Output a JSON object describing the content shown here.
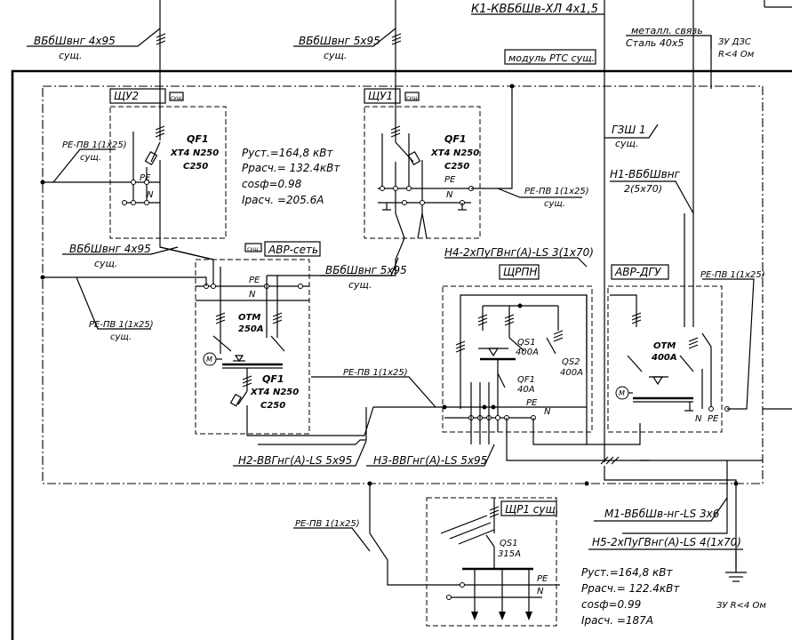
{
  "top": {
    "cable_k1": "К1-КВБбШв-ХЛ 4х1,5",
    "cable_left": "ВБбШвнг 4х95",
    "cable_left_sub": "сущ.",
    "cable_mid": "ВБбШвнг 5х95",
    "cable_mid_sub": "сущ.",
    "metal_link": "металл. связь",
    "metal_link_sub": "Сталь 40х5",
    "zu_dzs": "ЗУ ДЗС",
    "zu_dzs_r": "R<4 Ом",
    "module": "модуль РТС сущ."
  },
  "panels": {
    "shu2": {
      "name": "ЩУ2",
      "tag": "сущ.",
      "breaker": "QF1",
      "model": "XT4 N250",
      "rating": "C250",
      "pe": "PE",
      "n": "N"
    },
    "shu1": {
      "name": "ЩУ1",
      "tag": "сущ.",
      "breaker": "QF1",
      "model": "XT4 N250",
      "rating": "C250",
      "pe": "PE",
      "n": "N"
    },
    "avr_set": {
      "name": "АВР-сеть",
      "tag": "сущ.",
      "switch": "ОТМ",
      "switch_rating": "250А",
      "breaker": "QF1",
      "model": "XT4 N250",
      "rating": "C250",
      "motor": "M",
      "pe": "PE",
      "n": "N"
    },
    "shrpn": {
      "name": "ЩРПН",
      "qs1": "QS1",
      "qs1_rating": "400А",
      "qs2": "QS2",
      "qs2_rating": "400А",
      "qf1": "QF1",
      "qf1_rating": "40А",
      "pe": "PE",
      "n": "N"
    },
    "avr_dgu": {
      "name": "АВР-ДГУ",
      "switch": "ОТМ",
      "switch_rating": "400А",
      "motor": "M",
      "n": "N",
      "pe": "PE"
    },
    "shr1": {
      "name": "ЩР1 сущ.",
      "qs1": "QS1",
      "qs1_rating": "315А",
      "pe": "PE",
      "n": "N"
    }
  },
  "params_top": {
    "p_ust": "Руст.=164,8 кВт",
    "p_rasch": "Ррасч.= 132.4кВт",
    "cos": "cosф=0.98",
    "i_rasch": "Iрасч. =205.6А"
  },
  "params_bottom": {
    "p_ust": "Руст.=164,8 кВт",
    "p_rasch": "Ррасч.= 122.4кВт",
    "cos": "cosф=0.99",
    "i_rasch": "Iрасч. =187А"
  },
  "labels": {
    "pe_pv_1": "РЕ-ПВ 1(1х25)",
    "pe_pv_1_sub": "сущ.",
    "pe_pv_2": "РЕ-ПВ 1(1х25)",
    "pe_pv_2_sub": "сущ.",
    "pe_pv_3": "РЕ-ПВ 1(1х25)",
    "pe_pv_3_sub": "сущ.",
    "pe_pv_4": "РЕ-ПВ 1(1х25)",
    "pe_pv_5": "РЕ-ПВ 1(1х25)",
    "pe_pv_6": "РЕ-ПВ 1(1х25)",
    "vbb_4x95": "ВБбШвнг 4х95",
    "vbb_4x95_sub": "сущ.",
    "vbb_5x95": "ВБбШвнг 5х95",
    "vbb_5x95_sub": "сущ.",
    "gzsh": "ГЗШ 1",
    "gzsh_sub": "сущ.",
    "h1": "Н1-ВБбШвнг",
    "h1_sub": "2(5х70)",
    "h4": "Н4-2хПуГВнг(А)-LS 3(1х70)",
    "h2": "Н2-ВВГнг(А)-LS 5х95",
    "h3": "Н3-ВВГнг(А)-LS 5х95",
    "m1": "М1-ВБбШв-нг-LS 3х6",
    "h5": "Н5-2хПуГВнг(А)-LS 4(1х70)",
    "zu_bottom": "ЗУ R<4 Ом"
  }
}
